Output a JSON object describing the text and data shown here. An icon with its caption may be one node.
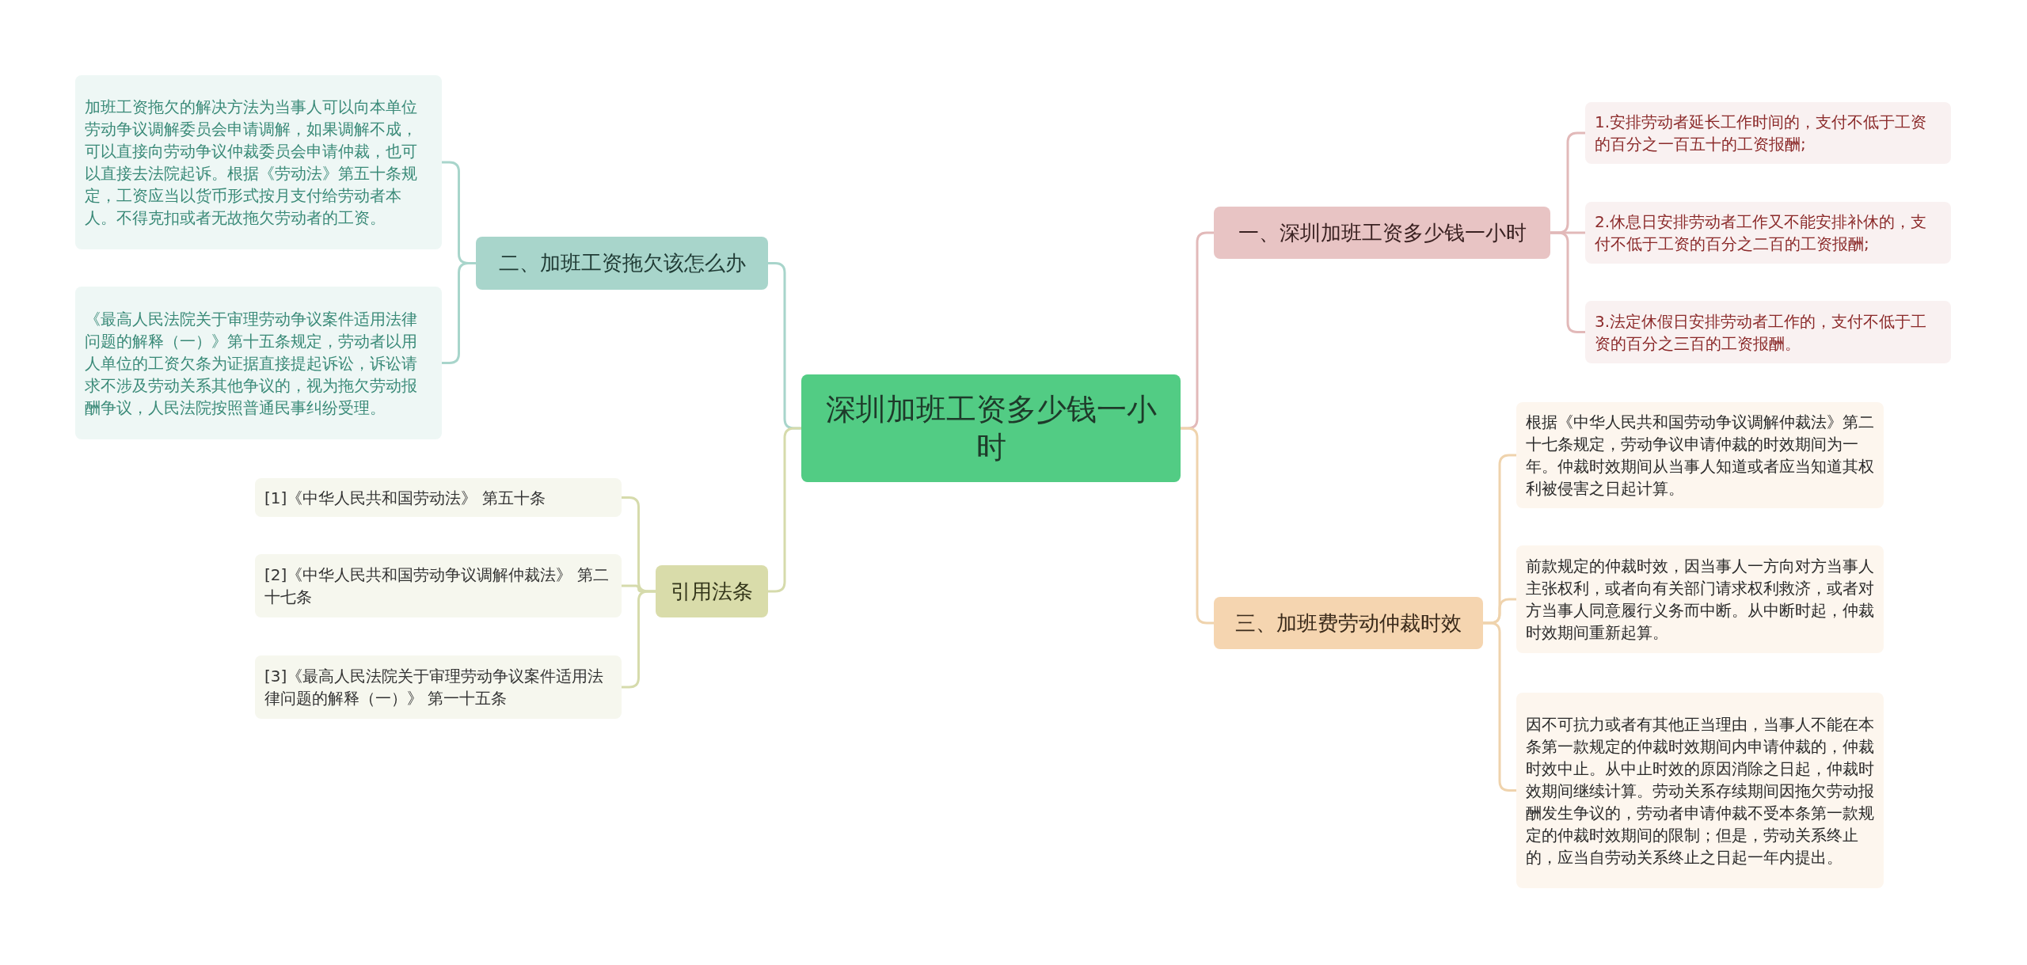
{
  "diagram": {
    "nodes": [
      {
        "text": [
          "深圳加班工资多少钱一小时"
        ]
      },
      {
        "text": [
          "一、深圳加班工资多少钱一小时"
        ]
      },
      {
        "text": [
          "1.安排劳动者延长工作时间的，支付不低于工资的百分之一百五十的工资报酬;"
        ]
      },
      {
        "text": [
          "2.休息日安排劳动者工作又不能安排补休的，支付不低于工资的百分之二百的工资报酬;"
        ]
      },
      {
        "text": [
          "3.法定休假日安排劳动者工作的，支付不低于工资的百分之三百的工资报酬。"
        ]
      },
      {
        "text": [
          "三、加班费劳动仲裁时效"
        ]
      },
      {
        "text": [
          "根据《中华人民共和国劳动争议调解仲裁法》第二十七条规定，劳动争议申请仲裁的时效期间为一年。仲裁时效期间从当事人知道或者应当知道其权利被侵害之日起计算。"
        ]
      },
      {
        "text": [
          "前款规定的仲裁时效，因当事人一方向对方当事人主张权利，或者向有关部门请求权利救济，或者对方当事人同意履行义务而中断。从中断时起，仲裁时效期间重新起算。"
        ]
      },
      {
        "text": [
          "因不可抗力或者有其他正当理由，当事人不能在本条第一款规定的仲裁时效期间内申请仲裁的，仲裁时效中止。从中止时效的原因消除之日起，仲裁时效期间继续计算。劳动关系存续期间因拖欠劳动报酬发生争议的，劳动者申请仲裁不受本条第一款规定的仲裁时效期间的限制；但是，劳动关系终止的，应当自劳动关系终止之日起一年内提出。"
        ]
      },
      {
        "text": [
          "二、加班工资拖欠该怎么办"
        ]
      },
      {
        "text": [
          "加班工资拖欠的解决方法为当事人可以向本单位劳动争议调解委员会申请调解，如果调解不成，可以直接向劳动争议仲裁委员会申请仲裁，也可以直接去法院起诉。根据《劳动法》第五十条规定，工资应当以货币形式按月支付给劳动者本人。不得克扣或者无故拖欠劳动者的工资。"
        ]
      },
      {
        "text": [
          "《最高人民法院关于审理劳动争议案件适用法律问题的解释（一）》第十五条规定，劳动者以用人单位的工资欠条为证据直接提起诉讼，诉讼请求不涉及劳动关系其他争议的，视为拖欠劳动报酬争议，人民法院按照普通民事纠纷受理。"
        ]
      },
      {
        "text": [
          "引用法条"
        ]
      },
      {
        "text": [
          "[1]《中华人民共和国劳动法》 第五十条"
        ]
      },
      {
        "text": [
          "[2]《中华人民共和国劳动争议调解仲裁法》 第二十七条"
        ]
      },
      {
        "text": [
          "[3]《最高人民法院关于审理劳动争议案件适用法律问题的解释（一）》 第一十五条"
        ]
      }
    ],
    "edges": [
      {
        "from": 0,
        "to": 1,
        "arrow": "none",
        "color": "#e2b9b9"
      },
      {
        "from": 1,
        "to": 2,
        "arrow": "none",
        "color": "#e2b9b9"
      },
      {
        "from": 1,
        "to": 3,
        "arrow": "none",
        "color": "#e2b9b9"
      },
      {
        "from": 1,
        "to": 4,
        "arrow": "none",
        "color": "#e2b9b9"
      },
      {
        "from": 0,
        "to": 5,
        "arrow": "none",
        "color": "#efd3ad"
      },
      {
        "from": 5,
        "to": 6,
        "arrow": "none",
        "color": "#efd3ad"
      },
      {
        "from": 5,
        "to": 7,
        "arrow": "none",
        "color": "#efd3ad"
      },
      {
        "from": 5,
        "to": 8,
        "arrow": "none",
        "color": "#efd3ad"
      },
      {
        "from": 0,
        "to": 9,
        "arrow": "none",
        "color": "#a8d5cb"
      },
      {
        "from": 9,
        "to": 10,
        "arrow": "none",
        "color": "#a8d5cb"
      },
      {
        "from": 9,
        "to": 11,
        "arrow": "none",
        "color": "#a8d5cb"
      },
      {
        "from": 0,
        "to": 12,
        "arrow": "none",
        "color": "#d6dbac"
      },
      {
        "from": 12,
        "to": 13,
        "arrow": "none",
        "color": "#d6dbac"
      },
      {
        "from": 12,
        "to": 14,
        "arrow": "none",
        "color": "#d6dbac"
      },
      {
        "from": 12,
        "to": 15,
        "arrow": "none",
        "color": "#d6dbac"
      }
    ]
  }
}
